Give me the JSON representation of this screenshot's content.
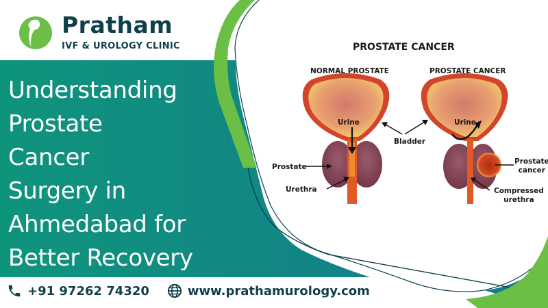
{
  "brand": {
    "name": "Pratham",
    "tagline": "IVF & UROLOGY CLINIC",
    "colors": {
      "primary": "#0f3f4a",
      "accent": "#6cbf45",
      "teal": "#0f8f7e"
    }
  },
  "headline": {
    "lines": [
      "Understanding",
      "Prostate",
      "Cancer",
      "Surgery in",
      "Ahmedabad for",
      "Better Recovery"
    ]
  },
  "contact": {
    "phone_icon": "phone-icon",
    "phone": "+91 97262 74320",
    "web_icon": "globe-icon",
    "website": "www.prathamurology.com"
  },
  "diagram": {
    "title": "PROSTATE CANCER",
    "left_panel": {
      "title": "NORMAL PROSTATE",
      "labels": {
        "urine": "Urine",
        "bladder": "Bladder",
        "prostate": "Prostate",
        "urethra": "Urethra"
      }
    },
    "right_panel": {
      "title": "PROSTATE CANCER",
      "labels": {
        "urine": "Urine",
        "prostate_cancer_1": "Prostate",
        "prostate_cancer_2": "cancer",
        "compressed_1": "Compressed",
        "compressed_2": "urethra"
      }
    }
  }
}
